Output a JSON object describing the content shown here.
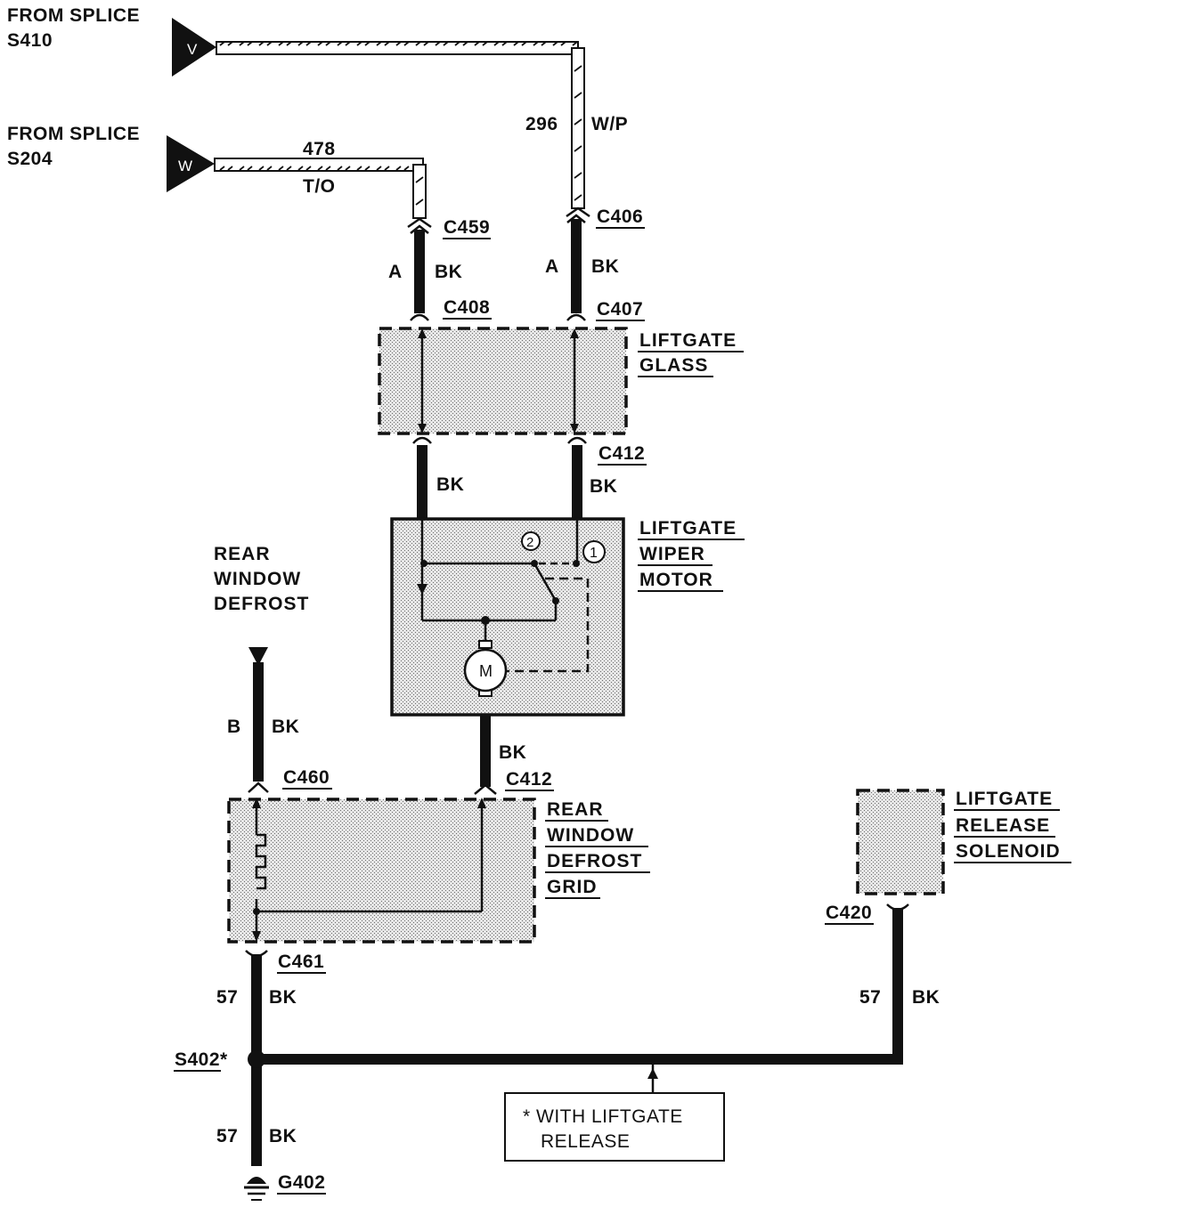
{
  "sources": {
    "s410": {
      "line1": "FROM SPLICE",
      "line2": "S410",
      "letter": "V"
    },
    "s204": {
      "line1": "FROM SPLICE",
      "line2": "S204",
      "letter": "W"
    }
  },
  "wires": {
    "w296": {
      "circuit": "296",
      "color": "W/P"
    },
    "w478": {
      "circuit": "478",
      "color": "T/O"
    },
    "a_bk_left": {
      "pin": "A",
      "color": "BK"
    },
    "a_bk_right": {
      "pin": "A",
      "color": "BK"
    },
    "bk_glass_left": {
      "color": "BK"
    },
    "bk_glass_right": {
      "color": "BK"
    },
    "bk_motor_down": {
      "color": "BK"
    },
    "b_bk_defrost": {
      "pin": "B",
      "color": "BK"
    },
    "w57_left_upper": {
      "circuit": "57",
      "color": "BK"
    },
    "w57_left_lower": {
      "circuit": "57",
      "color": "BK"
    },
    "w57_right": {
      "circuit": "57",
      "color": "BK"
    }
  },
  "connectors": {
    "c459": "C459",
    "c406": "C406",
    "c408": "C408",
    "c407": "C407",
    "c412_top": "C412",
    "c412_bottom": "C412",
    "c460": "C460",
    "c461": "C461",
    "c420": "C420"
  },
  "components": {
    "liftgate_glass": [
      "LIFTGATE",
      "GLASS"
    ],
    "wiper_motor": [
      "LIFTGATE",
      "WIPER",
      "MOTOR"
    ],
    "defrost_label": [
      "REAR",
      "WINDOW",
      "DEFROST"
    ],
    "defrost_grid": [
      "REAR",
      "WINDOW",
      "DEFROST",
      "GRID"
    ],
    "release_solenoid": [
      "LIFTGATE",
      "RELEASE",
      "SOLENOID"
    ]
  },
  "motor": {
    "symbol": "M",
    "terminal1": "1",
    "terminal2": "2"
  },
  "splice": {
    "label": "S402*"
  },
  "ground": {
    "label": "G402"
  },
  "note": {
    "line1": "* WITH LIFTGATE",
    "line2": "RELEASE"
  }
}
